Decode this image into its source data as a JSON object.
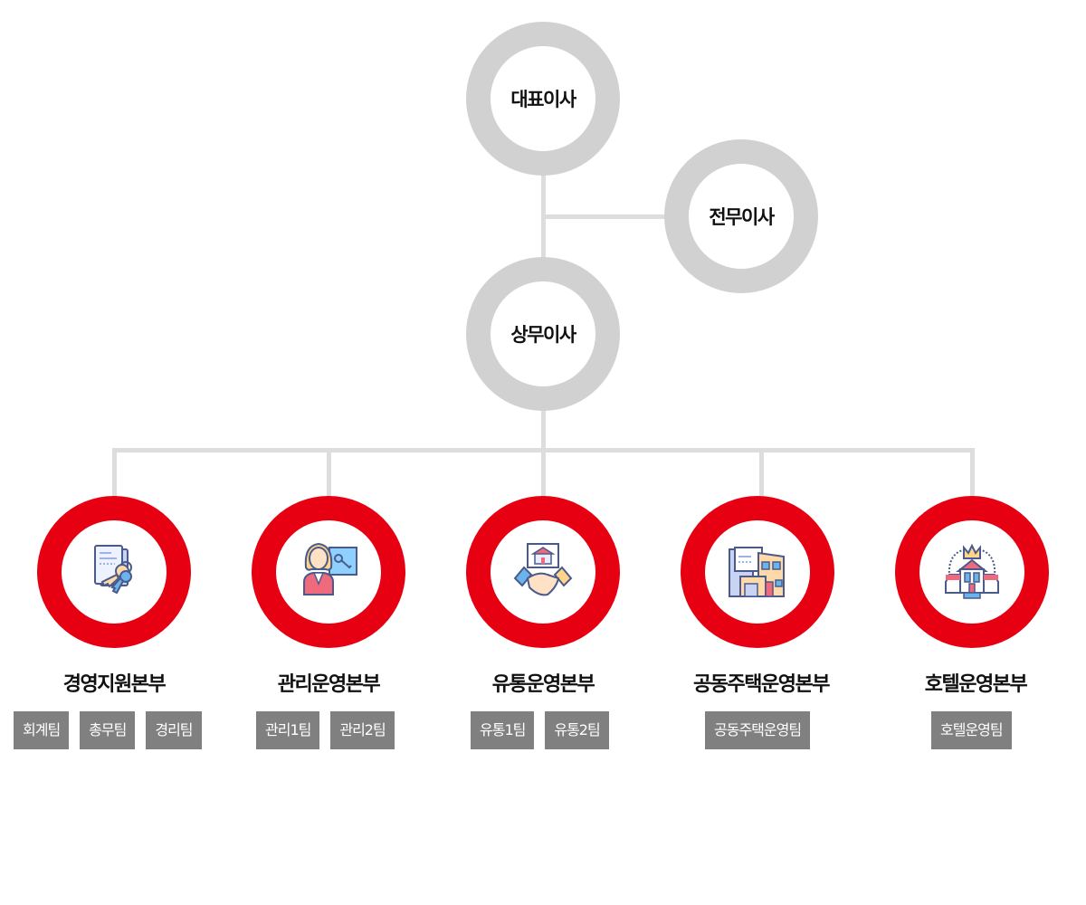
{
  "executives": {
    "ceo": "대표이사",
    "senior_md": "전무이사",
    "md": "상무이사"
  },
  "colors": {
    "executive_ring": "#d1d1d1",
    "division_ring": "#e60012",
    "connector": "#dddddd",
    "team_box": "#808080"
  },
  "divisions": [
    {
      "title": "경영지원본부",
      "icon": "document-keys-icon",
      "teams": [
        "회계팀",
        "총무팀",
        "경리팀"
      ]
    },
    {
      "title": "관리운영본부",
      "icon": "agent-key-icon",
      "teams": [
        "관리1팀",
        "관리2팀"
      ]
    },
    {
      "title": "유통운영본부",
      "icon": "handshake-house-icon",
      "teams": [
        "유통1팀",
        "유통2팀"
      ]
    },
    {
      "title": "공동주택운영본부",
      "icon": "house-document-icon",
      "teams": [
        "공동주택운영팀"
      ]
    },
    {
      "title": "호텔운영본부",
      "icon": "hotel-crown-icon",
      "teams": [
        "호텔운영팀"
      ]
    }
  ]
}
